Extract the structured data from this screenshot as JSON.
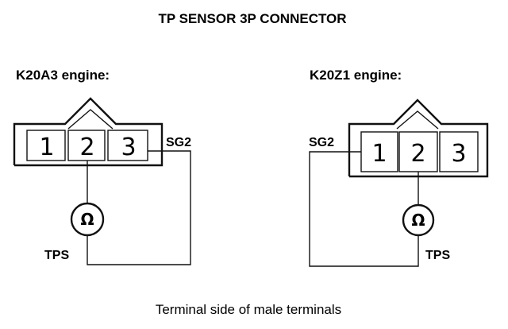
{
  "title": "TP SENSOR 3P CONNECTOR",
  "caption": "Terminal side of male terminals",
  "left": {
    "engine_label": "K20A3 engine:",
    "terminals": [
      "1",
      "2",
      "3"
    ],
    "signal_label": "SG2",
    "meter_symbol": "Ω",
    "meter_label": "TPS"
  },
  "right": {
    "engine_label": "K20Z1 engine:",
    "terminals": [
      "1",
      "2",
      "3"
    ],
    "signal_label": "SG2",
    "meter_symbol": "Ω",
    "meter_label": "TPS"
  }
}
